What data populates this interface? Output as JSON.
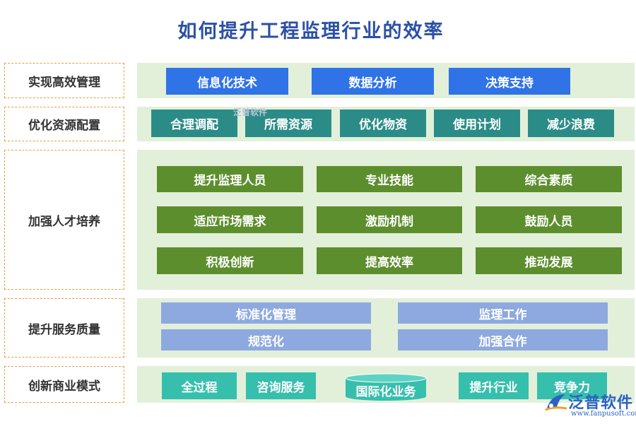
{
  "title": "如何提升工程监理行业的效率",
  "rows": [
    {
      "label": "实现高效管理",
      "items": [
        "信息化技术",
        "数据分析",
        "决策支持"
      ]
    },
    {
      "label": "优化资源配置",
      "items": [
        "合理调配",
        "所需资源",
        "优化物资",
        "使用计划",
        "减少浪费"
      ]
    },
    {
      "label": "加强人才培养",
      "items": [
        "提升监理人员",
        "专业技能",
        "综合素质",
        "适应市场需求",
        "激励机制",
        "鼓励人员",
        "积极创新",
        "提高效率",
        "推动发展"
      ]
    },
    {
      "label": "提升服务质量",
      "items": [
        "标准化管理",
        "监理工作",
        "规范化",
        "加强合作"
      ]
    },
    {
      "label": "创新商业模式",
      "items": [
        "全过程",
        "咨询服务",
        "国际化业务",
        "提升行业",
        "竞争力"
      ]
    }
  ],
  "logo": {
    "name": "泛普软件",
    "url": "www.fanpusoft.com",
    "icon": "fanpu-logo-icon"
  },
  "colors": {
    "title": "#2b50a6",
    "label_border": "#e3a040",
    "panel_bg": "#e2f0da",
    "row1_button": "#2f73e6",
    "row2_button": "#2b8c87",
    "row3_button": "#5d8e2e",
    "row4_button": "#8ea9df",
    "row5_button": "#36bfad"
  }
}
